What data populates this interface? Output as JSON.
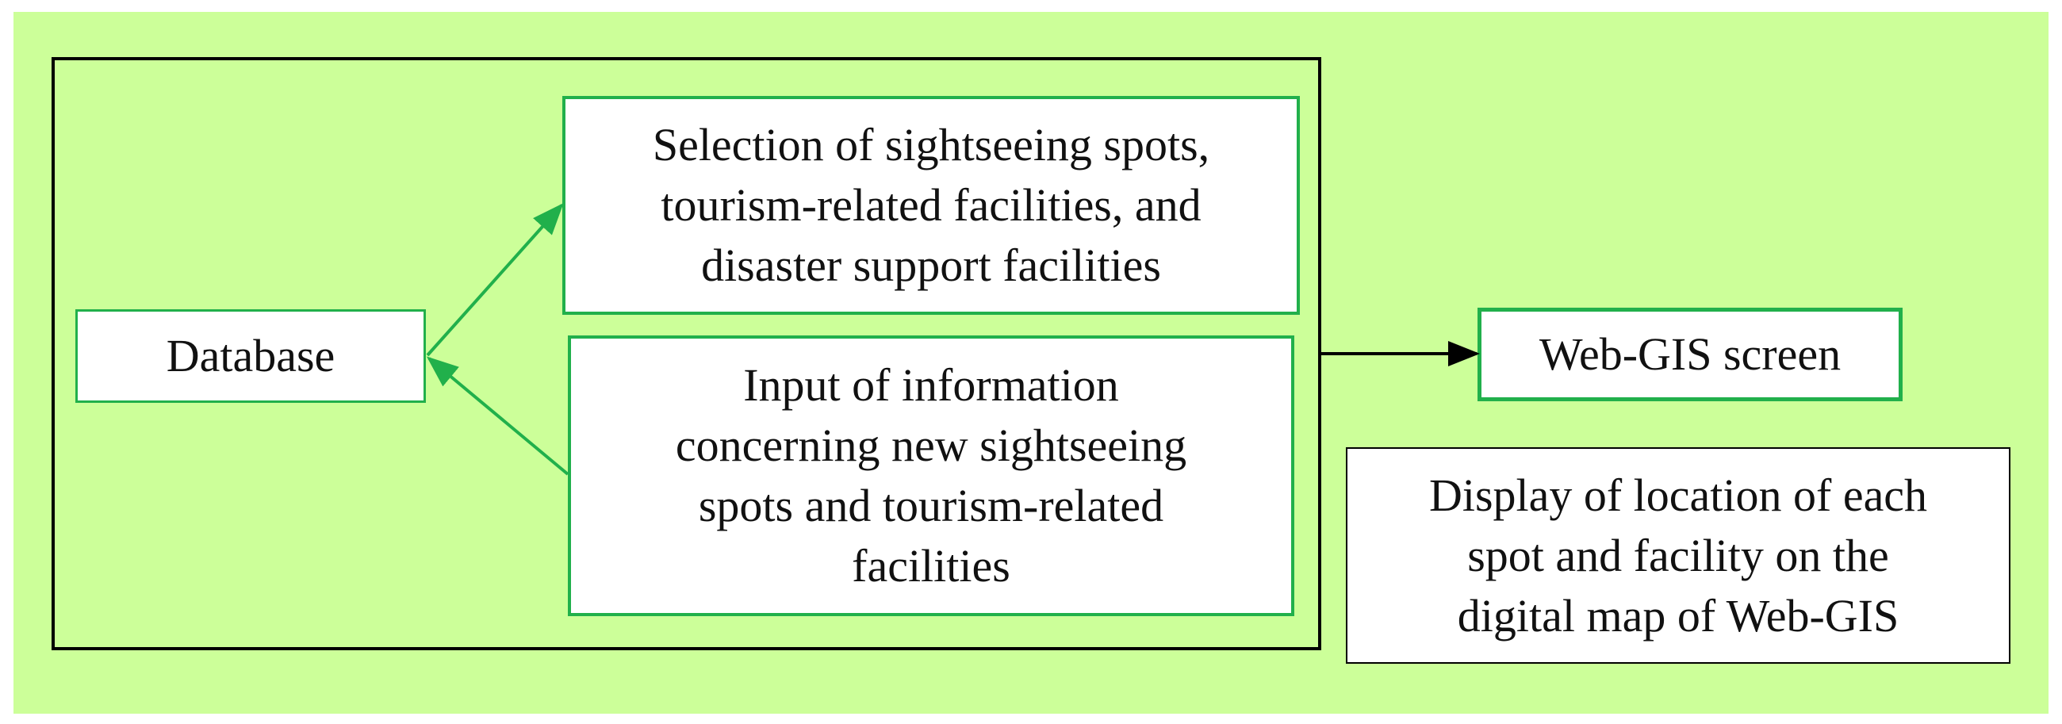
{
  "colors": {
    "background": "#ccff99",
    "box_fill": "#ffffff",
    "accent_green": "#21b04b",
    "frame": "#000000"
  },
  "nodes": {
    "database": {
      "lines": [
        "Database"
      ]
    },
    "selection": {
      "lines": [
        "Selection of sightseeing spots,",
        "tourism-related facilities, and",
        "disaster support facilities"
      ]
    },
    "input": {
      "lines": [
        "Input of information",
        "concerning new sightseeing",
        "spots and tourism-related",
        "facilities"
      ]
    },
    "webgis": {
      "lines": [
        "Web-GIS screen"
      ]
    },
    "display": {
      "lines": [
        "Display of location of each",
        "spot and facility on the",
        "digital map of Web-GIS"
      ]
    }
  },
  "edges": [
    {
      "from": "database",
      "to": "selection"
    },
    {
      "from": "input",
      "to": "database"
    },
    {
      "from": "outer-frame",
      "to": "webgis"
    }
  ]
}
